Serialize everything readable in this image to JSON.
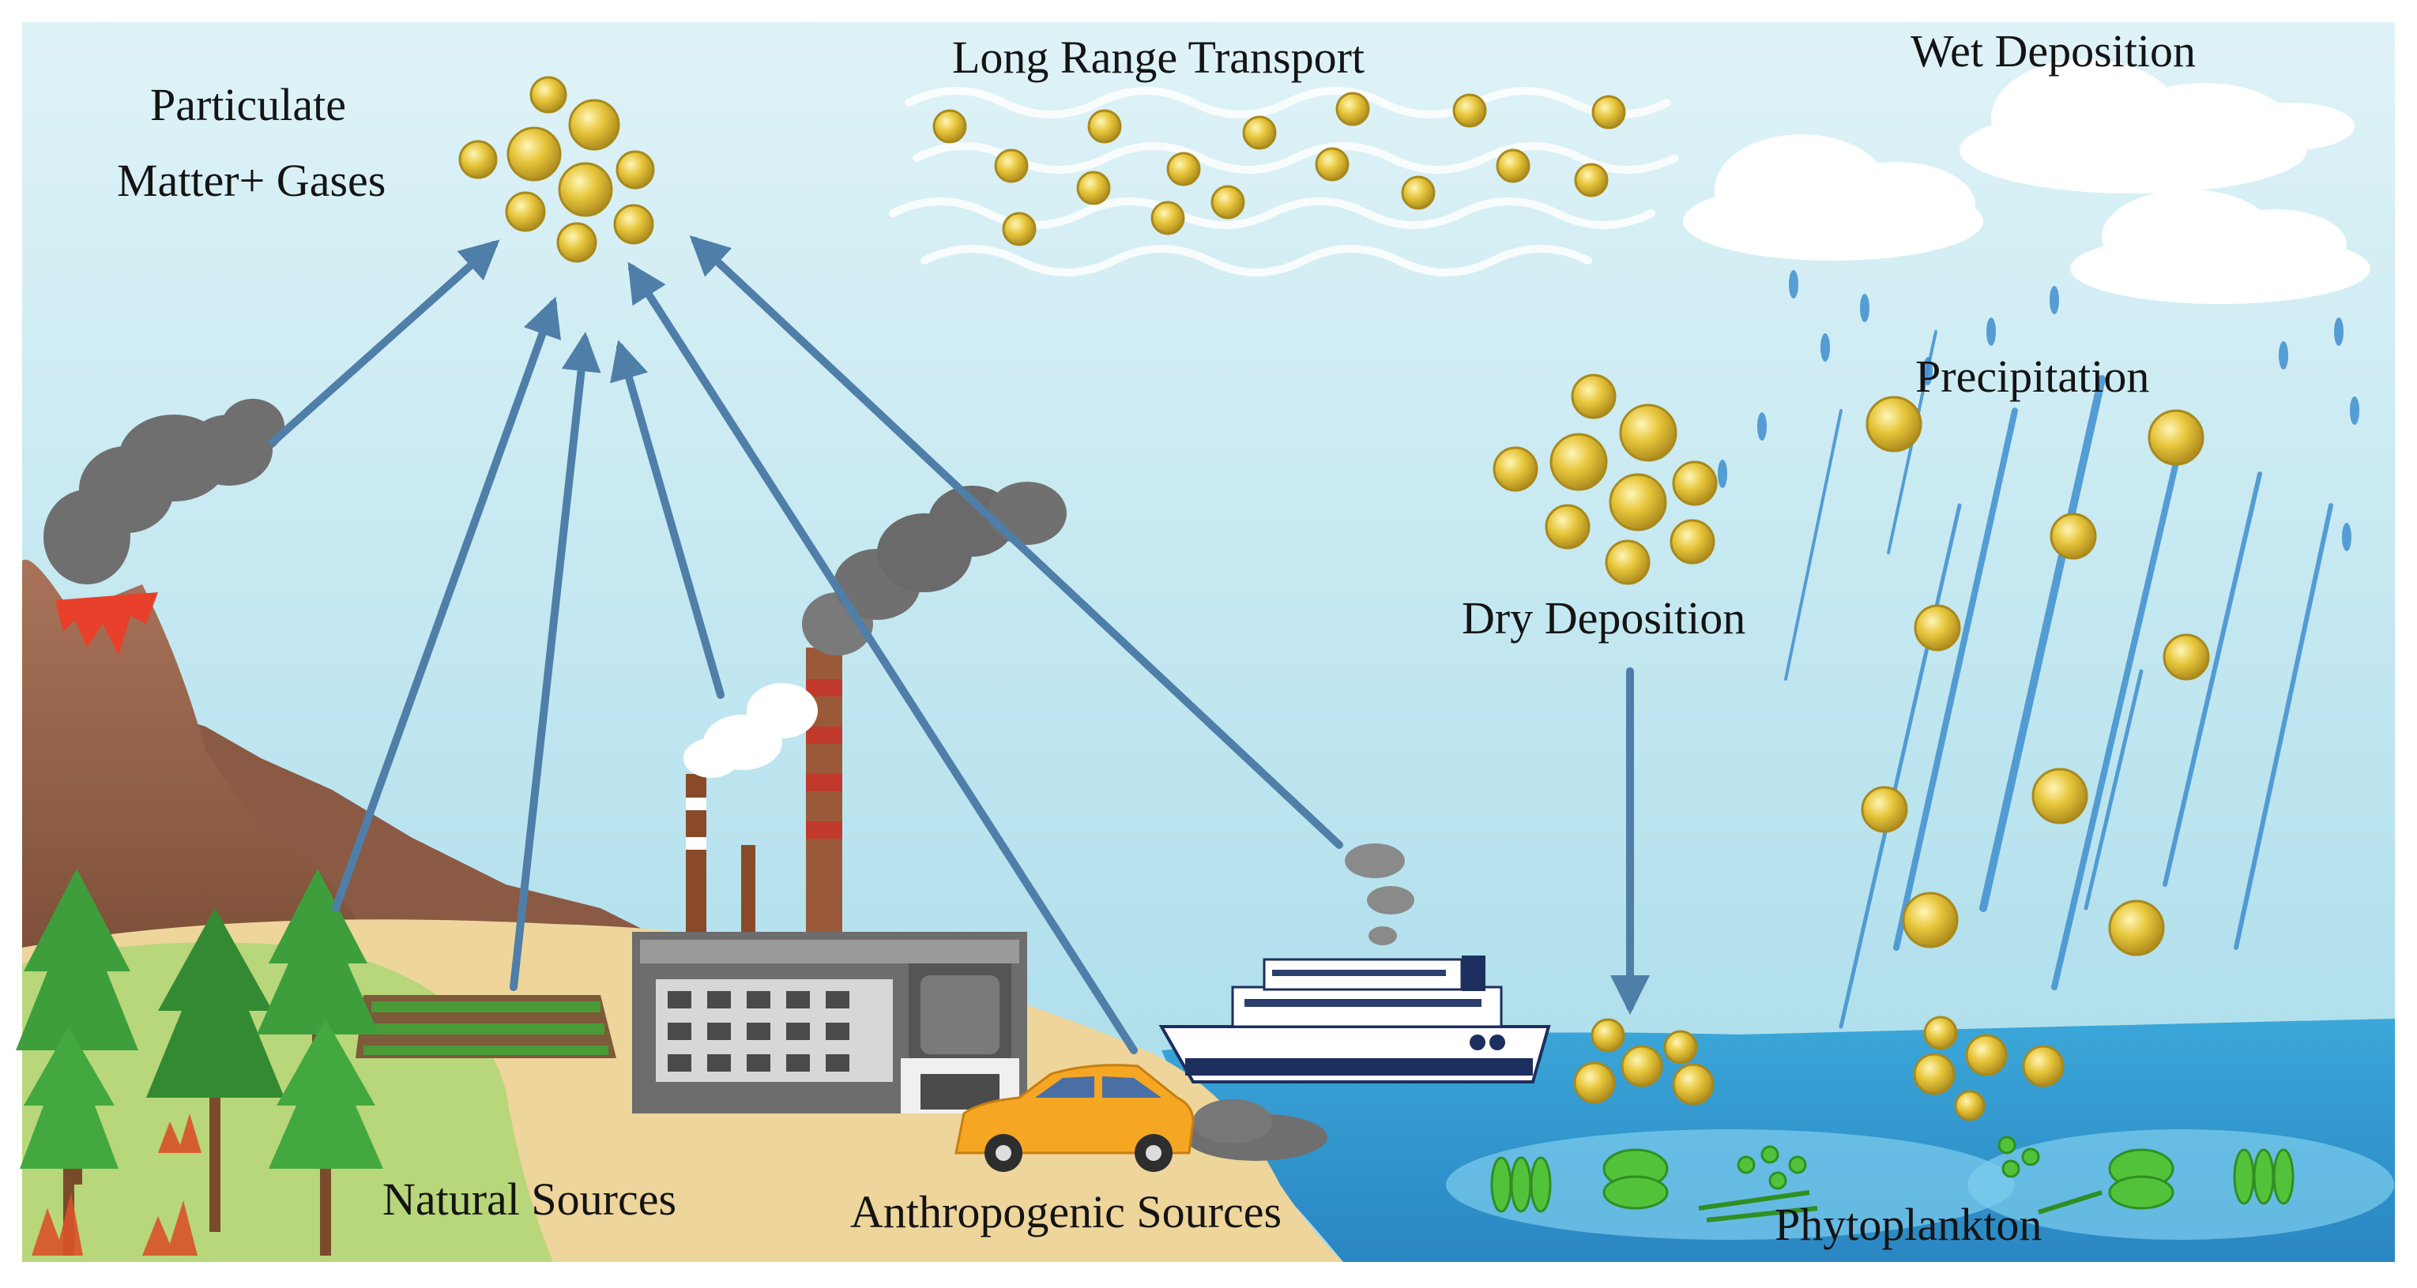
{
  "labels": {
    "particulate_line1": "Particulate",
    "particulate_line2": "Matter+ Gases",
    "long_range": "Long Range Transport",
    "wet_deposition": "Wet Deposition",
    "precipitation": "Precipitation",
    "dry_deposition": "Dry Deposition",
    "natural_sources": "Natural Sources",
    "anthropogenic_sources": "Anthropogenic Sources",
    "phytoplankton": "Phytoplankton"
  },
  "icons": [
    "particle-icon",
    "volcano-icon",
    "tree-icon",
    "factory-icon",
    "chimney-icon",
    "ship-icon",
    "car-icon",
    "cloud-icon",
    "rain-icon",
    "phytoplankton-icon",
    "wind-icon",
    "arrow-icon"
  ],
  "colors": {
    "sky_top": "#d9f1f6",
    "sky_bottom": "#a9dceb",
    "particle": "#e5c640",
    "particle_edge": "#a8891c",
    "arrow": "#4f7fa8",
    "smoke": "#6f6f6f",
    "sea": "#3ea8d8",
    "sand": "#edd59b",
    "mountain": "#9b6a4f",
    "tree": "#3e9e3c",
    "car": "#f5a623",
    "rain": "#3f8fcf",
    "phytoplankton": "#52c23a"
  }
}
